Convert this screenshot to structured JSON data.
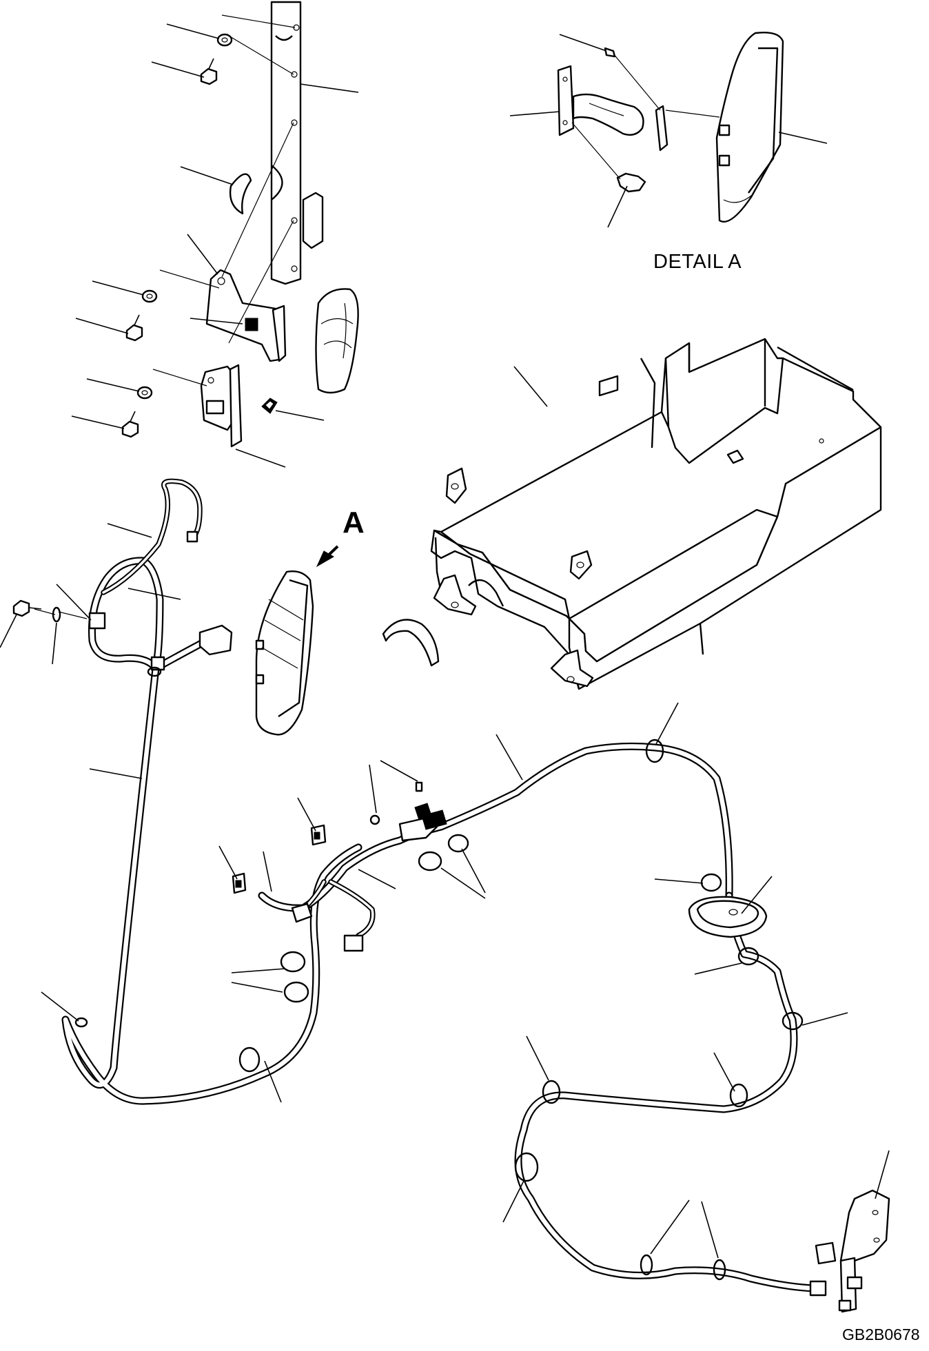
{
  "labels": {
    "detail_label": "DETAIL A",
    "view_letter": "A",
    "drawing_code": "GB2B0678"
  },
  "icons": [
    "arrow-icon"
  ]
}
